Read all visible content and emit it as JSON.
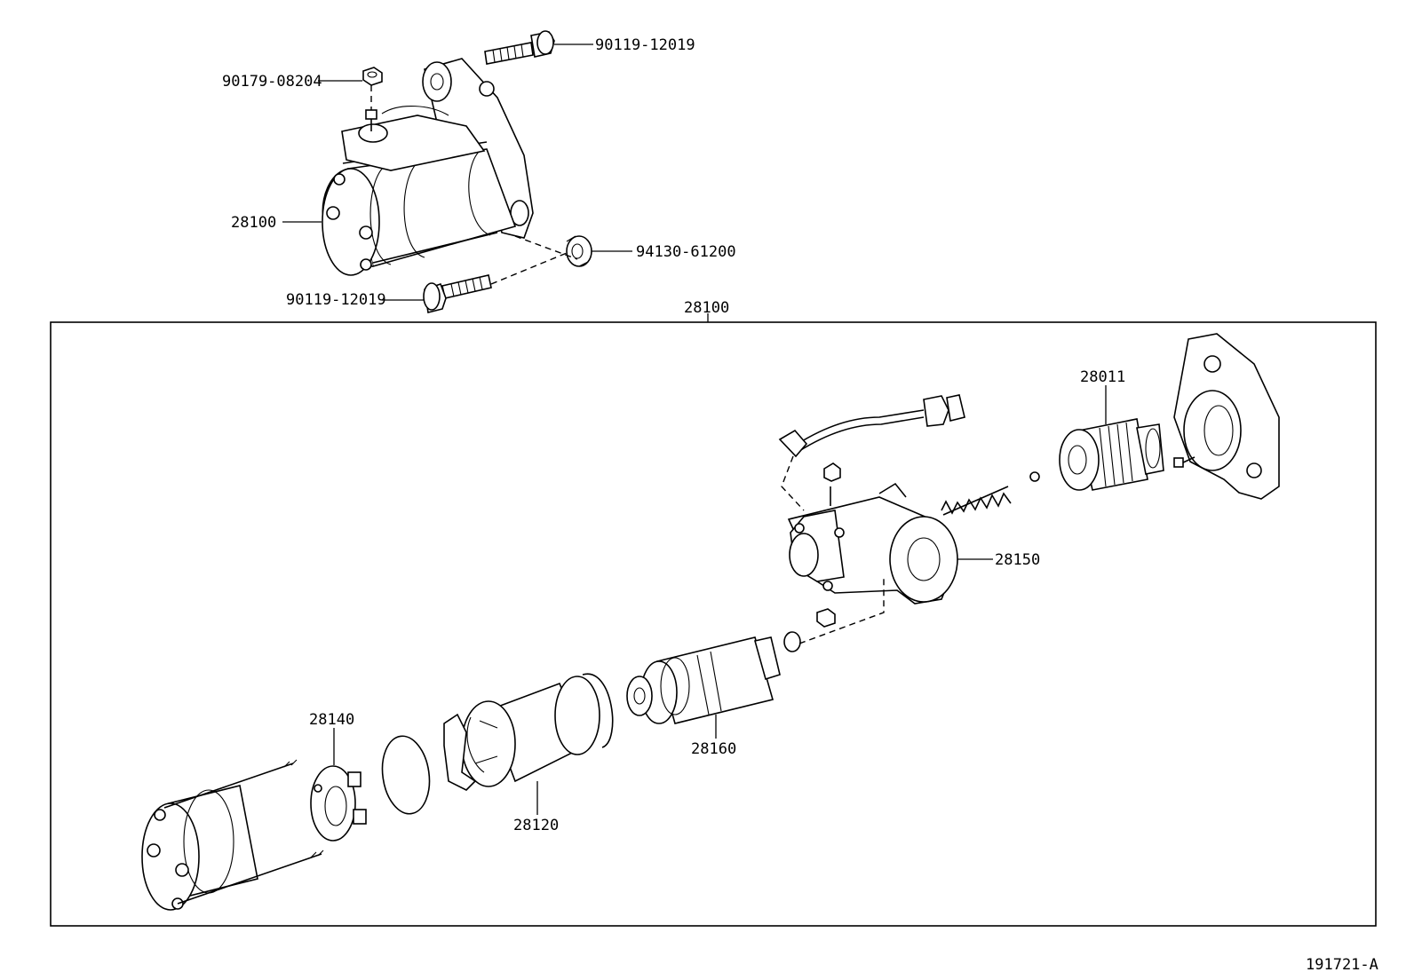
{
  "diagram_id": "191721-A",
  "frame_label": "28100",
  "callouts": {
    "bolt_top": "90119-12019",
    "nut": "90179-08204",
    "starter_assy": "28100",
    "washer": "94130-61200",
    "bolt_bottom": "90119-12019",
    "clutch_pinion": "28011",
    "magnet_switch": "28150",
    "armature": "28160",
    "yoke": "28120",
    "brush_holder": "28140"
  }
}
